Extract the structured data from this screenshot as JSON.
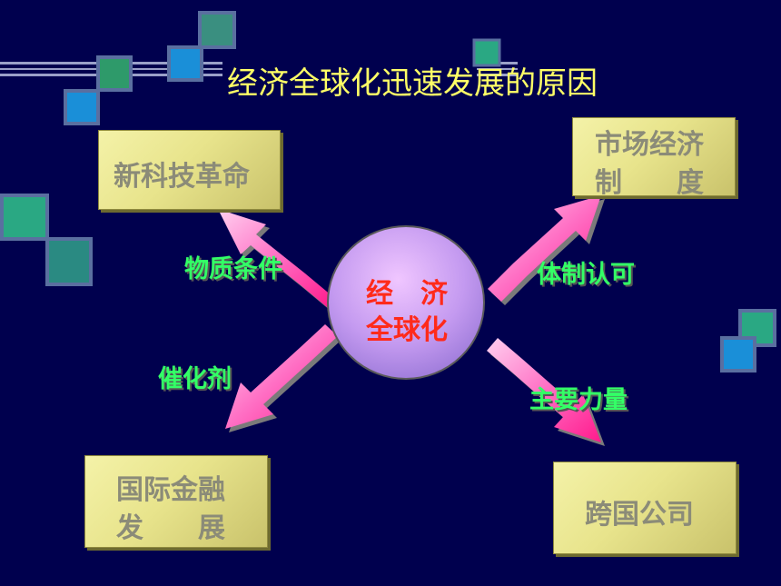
{
  "title": "经济全球化迅速发展的原因",
  "center": {
    "line1": "经　济",
    "line2": "全球化"
  },
  "nodes": {
    "tech": "新科技革命",
    "market_line1": "市场经济",
    "market_line2": "制　　度",
    "finance_line1": "国际金融",
    "finance_line2": "发　　展",
    "multinational": "跨国公司"
  },
  "edge_labels": {
    "material": "物质条件",
    "institutional": "体制认可",
    "catalyst": "催化剂",
    "main_force": "主要力量"
  },
  "colors": {
    "background": "#00004e",
    "title": "#ffff66",
    "box": "#e8e48c",
    "box_text": "#8b8b78",
    "label": "#33ff66",
    "center_text": "#ff2a1a",
    "arrow": "#ff3b9d"
  }
}
